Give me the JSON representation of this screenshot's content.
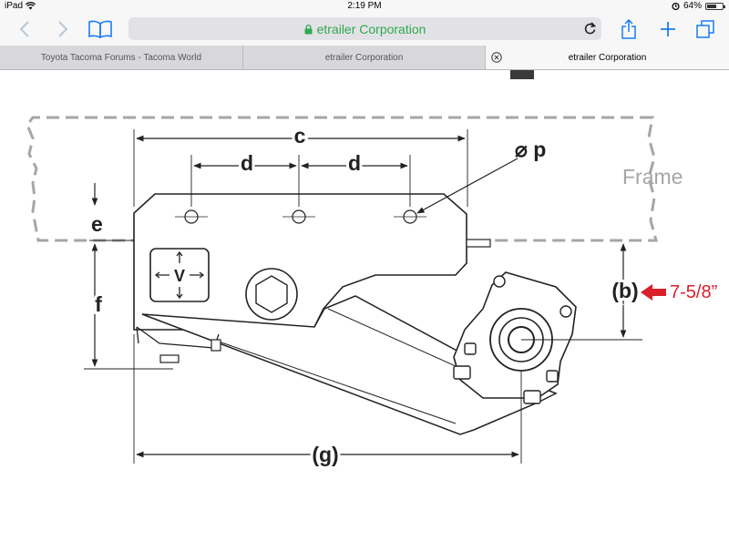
{
  "status": {
    "device": "iPad",
    "time": "2:19 PM",
    "battery": "64%",
    "battery_level": 0.64
  },
  "toolbar": {
    "url": "etrailer Corporation"
  },
  "tabs": [
    {
      "label": "Toyota Tacoma Forums - Tacoma World"
    },
    {
      "label": "etrailer Corporation"
    },
    {
      "label": "etrailer Corporation"
    }
  ],
  "diagram": {
    "labels": {
      "c": "c",
      "d1": "d",
      "d2": "d",
      "p": "⌀ p",
      "frame": "Frame",
      "e": "e",
      "f": "f",
      "v": "V",
      "b": "(b)",
      "b_value": "7-5/8”",
      "g": "(g)"
    },
    "colors": {
      "annotation": "#d8202a",
      "frame_gray": "#a6a6a6",
      "line": "#222222"
    }
  }
}
